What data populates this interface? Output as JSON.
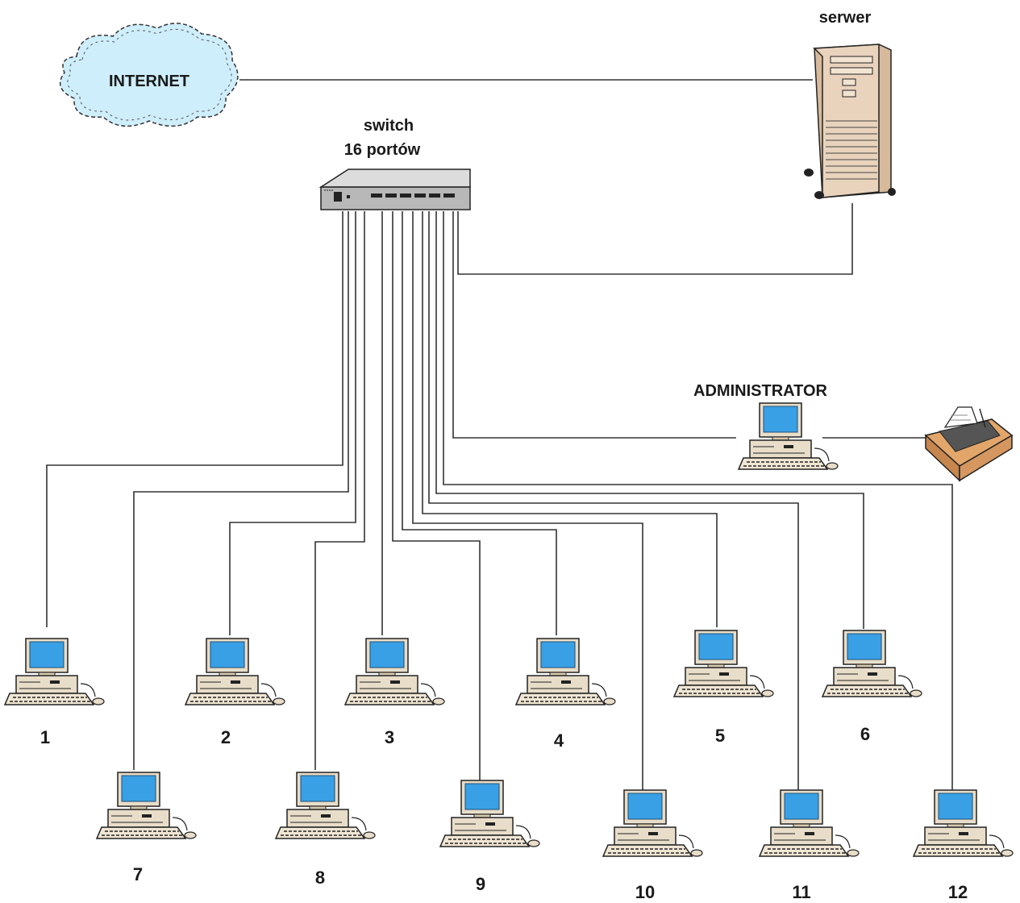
{
  "title": "",
  "colors": {
    "cloud_fill": "#cfeefb",
    "screen": "#3aa0e6",
    "case": "#e8ddc9",
    "server_case": "#e9d3bd",
    "printer": "#e2a56a",
    "line": "#333333"
  },
  "nodes": {
    "internet": {
      "label": "INTERNET",
      "icon": "cloud-icon"
    },
    "server": {
      "label": "serwer",
      "icon": "server-tower-icon"
    },
    "switch": {
      "label_line1": "switch",
      "label_line2": "16 portów",
      "icon": "network-switch-icon"
    },
    "administrator": {
      "label": "ADMINISTRATOR",
      "icon": "desktop-computer-icon"
    },
    "printer": {
      "label": "",
      "icon": "printer-icon"
    }
  },
  "workstations": [
    {
      "label": "1"
    },
    {
      "label": "2"
    },
    {
      "label": "3"
    },
    {
      "label": "4"
    },
    {
      "label": "5"
    },
    {
      "label": "6"
    },
    {
      "label": "7"
    },
    {
      "label": "8"
    },
    {
      "label": "9"
    },
    {
      "label": "10"
    },
    {
      "label": "11"
    },
    {
      "label": "12"
    }
  ]
}
